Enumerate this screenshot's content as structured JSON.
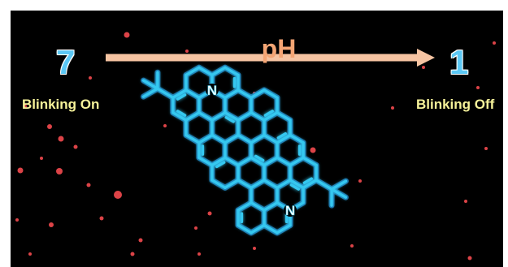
{
  "title": "pH",
  "ph_start": "7",
  "ph_end": "1",
  "label_start": "Blinking On",
  "label_end": "Blinking Off",
  "atom_labels": [
    "N",
    "N"
  ],
  "colors": {
    "background": "#000000",
    "arrow": "#f6c4a2",
    "title": "#f4a574",
    "ph_numbers": "#5bc8f5",
    "labels": "#f7f39a",
    "molecule_stroke": "#35c8f0",
    "molecule_glow": "#1a6fae",
    "spots": "#e8474b"
  }
}
